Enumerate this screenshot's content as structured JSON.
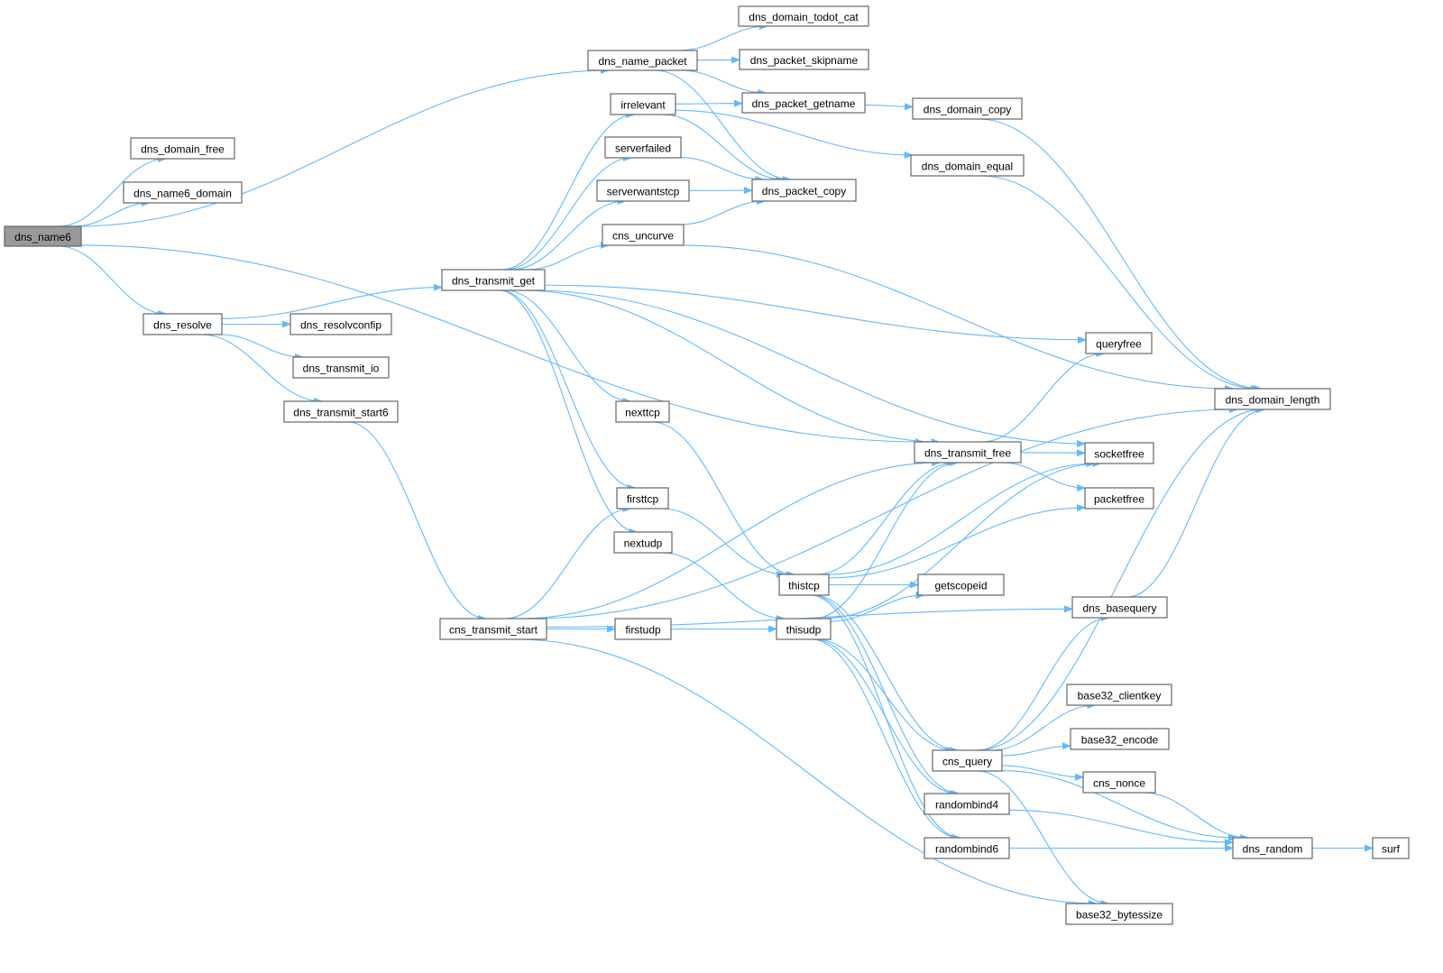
{
  "graph": {
    "root": "dns_name6",
    "nodes": [
      "dns_name6",
      "dns_domain_free",
      "dns_name6_domain",
      "dns_name_packet",
      "dns_domain_todot_cat",
      "dns_packet_skipname",
      "irrelevant",
      "dns_packet_getname",
      "dns_domain_copy",
      "serverfailed",
      "dns_domain_equal",
      "serverwantstcp",
      "dns_packet_copy",
      "cns_uncurve",
      "dns_transmit_get",
      "dns_resolve",
      "dns_resolvconfip",
      "queryfree",
      "dns_transmit_io",
      "dns_domain_length",
      "dns_transmit_start6",
      "nexttcp",
      "dns_transmit_free",
      "socketfree",
      "firsttcp",
      "packetfree",
      "nextudp",
      "thistcp",
      "getscopeid",
      "dns_basequery",
      "cns_transmit_start",
      "firstudp",
      "thisudp",
      "base32_clientkey",
      "base32_encode",
      "cns_query",
      "cns_nonce",
      "randombind4",
      "dns_random",
      "surf",
      "randombind6",
      "base32_bytessize"
    ],
    "edges": [
      [
        "dns_name6",
        "dns_domain_free"
      ],
      [
        "dns_name6",
        "dns_name6_domain"
      ],
      [
        "dns_name6",
        "dns_name_packet"
      ],
      [
        "dns_name6",
        "dns_resolve"
      ],
      [
        "dns_name6",
        "dns_transmit_free"
      ],
      [
        "dns_name_packet",
        "dns_domain_todot_cat"
      ],
      [
        "dns_name_packet",
        "dns_packet_skipname"
      ],
      [
        "dns_name_packet",
        "dns_packet_getname"
      ],
      [
        "dns_name_packet",
        "dns_packet_copy"
      ],
      [
        "irrelevant",
        "dns_packet_getname"
      ],
      [
        "irrelevant",
        "dns_packet_copy"
      ],
      [
        "irrelevant",
        "dns_domain_equal"
      ],
      [
        "dns_packet_getname",
        "dns_domain_copy"
      ],
      [
        "dns_domain_copy",
        "dns_domain_length"
      ],
      [
        "dns_domain_equal",
        "dns_domain_length"
      ],
      [
        "serverfailed",
        "dns_packet_copy"
      ],
      [
        "serverwantstcp",
        "dns_packet_copy"
      ],
      [
        "cns_uncurve",
        "dns_packet_copy"
      ],
      [
        "cns_uncurve",
        "dns_domain_length"
      ],
      [
        "dns_transmit_get",
        "irrelevant"
      ],
      [
        "dns_transmit_get",
        "serverfailed"
      ],
      [
        "dns_transmit_get",
        "serverwantstcp"
      ],
      [
        "dns_transmit_get",
        "cns_uncurve"
      ],
      [
        "dns_transmit_get",
        "queryfree"
      ],
      [
        "dns_transmit_get",
        "socketfree"
      ],
      [
        "dns_transmit_get",
        "dns_transmit_free"
      ],
      [
        "dns_transmit_get",
        "nexttcp"
      ],
      [
        "dns_transmit_get",
        "firsttcp"
      ],
      [
        "dns_transmit_get",
        "nextudp"
      ],
      [
        "dns_resolve",
        "dns_transmit_get"
      ],
      [
        "dns_resolve",
        "dns_resolvconfip"
      ],
      [
        "dns_resolve",
        "dns_transmit_io"
      ],
      [
        "dns_resolve",
        "dns_transmit_start6"
      ],
      [
        "dns_transmit_start6",
        "cns_transmit_start"
      ],
      [
        "dns_transmit_free",
        "queryfree"
      ],
      [
        "dns_transmit_free",
        "socketfree"
      ],
      [
        "dns_transmit_free",
        "packetfree"
      ],
      [
        "nexttcp",
        "thistcp"
      ],
      [
        "firsttcp",
        "thistcp"
      ],
      [
        "nextudp",
        "thisudp"
      ],
      [
        "firstudp",
        "thisudp"
      ],
      [
        "cns_transmit_start",
        "firsttcp"
      ],
      [
        "cns_transmit_start",
        "firstudp"
      ],
      [
        "cns_transmit_start",
        "dns_transmit_free"
      ],
      [
        "cns_transmit_start",
        "dns_domain_length"
      ],
      [
        "cns_transmit_start",
        "dns_basequery"
      ],
      [
        "cns_transmit_start",
        "base32_bytessize"
      ],
      [
        "thistcp",
        "dns_transmit_free"
      ],
      [
        "thistcp",
        "socketfree"
      ],
      [
        "thistcp",
        "packetfree"
      ],
      [
        "thistcp",
        "getscopeid"
      ],
      [
        "thistcp",
        "cns_query"
      ],
      [
        "thistcp",
        "randombind4"
      ],
      [
        "thistcp",
        "randombind6"
      ],
      [
        "thisudp",
        "dns_transmit_free"
      ],
      [
        "thisudp",
        "socketfree"
      ],
      [
        "thisudp",
        "getscopeid"
      ],
      [
        "thisudp",
        "cns_query"
      ],
      [
        "thisudp",
        "randombind4"
      ],
      [
        "thisudp",
        "randombind6"
      ],
      [
        "dns_basequery",
        "dns_domain_length"
      ],
      [
        "cns_query",
        "dns_basequery"
      ],
      [
        "cns_query",
        "base32_clientkey"
      ],
      [
        "cns_query",
        "base32_encode"
      ],
      [
        "cns_query",
        "cns_nonce"
      ],
      [
        "cns_query",
        "dns_random"
      ],
      [
        "cns_query",
        "base32_bytessize"
      ],
      [
        "cns_query",
        "dns_domain_length"
      ],
      [
        "cns_nonce",
        "dns_random"
      ],
      [
        "randombind4",
        "dns_random"
      ],
      [
        "randombind6",
        "dns_random"
      ],
      [
        "dns_random",
        "surf"
      ]
    ]
  },
  "colors": {
    "edge": "#63b8ff",
    "root_fill": "#999999",
    "node_stroke": "#666666"
  }
}
